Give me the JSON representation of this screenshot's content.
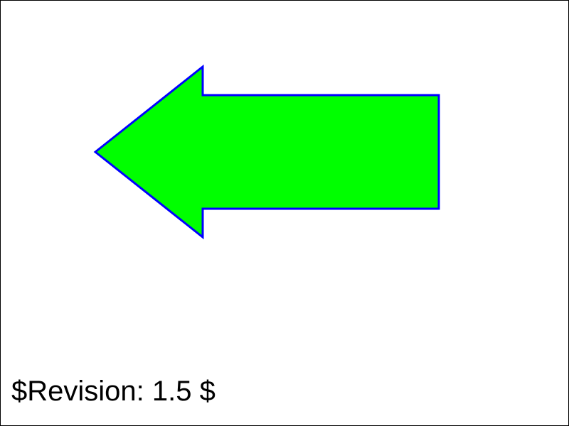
{
  "revision_label": "$Revision: 1.5 $",
  "shape": {
    "type": "arrow",
    "direction": "left",
    "fill_color": "#00ff00",
    "stroke_color": "#0000ff"
  },
  "colors": {
    "background": "#ffffff",
    "border": "#000000",
    "text": "#000000"
  }
}
